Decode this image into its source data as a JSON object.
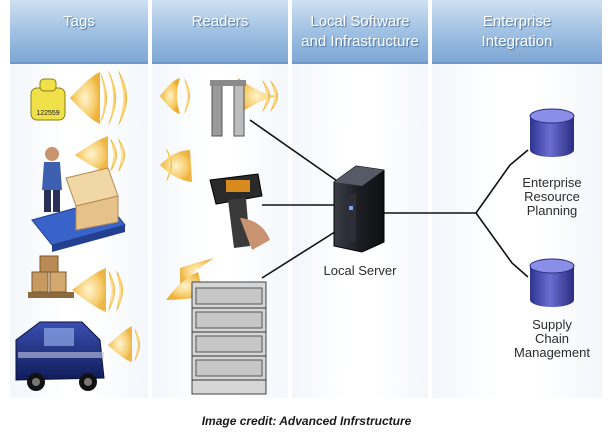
{
  "headers": {
    "tags": "Tags",
    "readers": "Readers",
    "local": "Local Software\nand Infrastructure",
    "enterprise": "Enterprise\nIntegration"
  },
  "tag_label": "122559",
  "nodes": {
    "local_server": "Local Server",
    "erp": "Enterprise\nResource\nPlanning",
    "scm": "Supply\nChain\nManagement"
  },
  "caption": "Image credit: Advanced Infrstructure",
  "colors": {
    "header_top": "#cfe0f1",
    "header_bottom": "#7ea7d4",
    "wave": "#f5c45a",
    "database": "#4b4ea8"
  }
}
